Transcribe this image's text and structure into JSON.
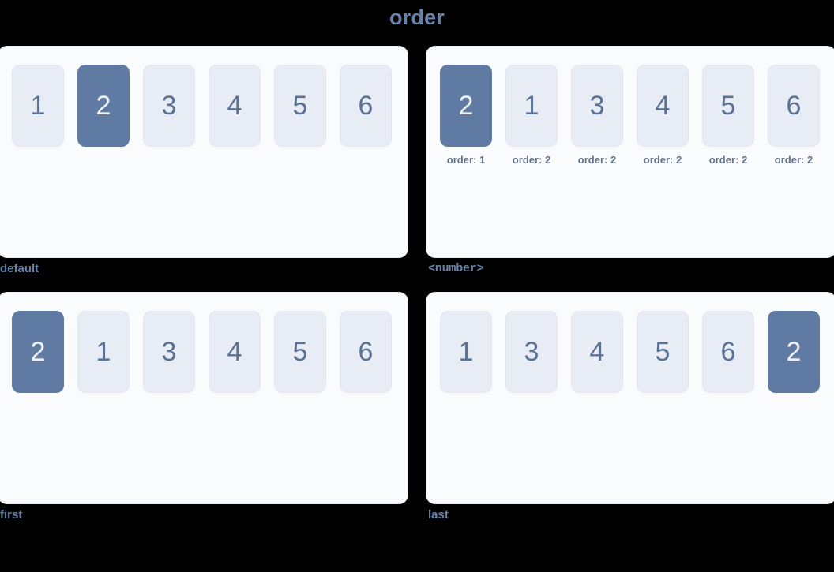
{
  "title": "order",
  "colors": {
    "background": "#000000",
    "panel_bg": "#fafbfd",
    "panel_border": "#e6eaf1",
    "tile_bg": "#e8ecf4",
    "tile_text": "#5a7296",
    "tile_highlight_bg": "#5f7ba3",
    "tile_highlight_text": "#eef2f8",
    "label_text": "#6782a8",
    "caption_text": "#64748b"
  },
  "panels": [
    {
      "label": "default",
      "label_mono": false,
      "tiles": [
        {
          "value": "1",
          "highlighted": false,
          "caption": ""
        },
        {
          "value": "2",
          "highlighted": true,
          "caption": ""
        },
        {
          "value": "3",
          "highlighted": false,
          "caption": ""
        },
        {
          "value": "4",
          "highlighted": false,
          "caption": ""
        },
        {
          "value": "5",
          "highlighted": false,
          "caption": ""
        },
        {
          "value": "6",
          "highlighted": false,
          "caption": ""
        }
      ]
    },
    {
      "label": "<number>",
      "label_mono": true,
      "tiles": [
        {
          "value": "2",
          "highlighted": true,
          "caption": "order: 1"
        },
        {
          "value": "1",
          "highlighted": false,
          "caption": "order: 2"
        },
        {
          "value": "3",
          "highlighted": false,
          "caption": "order: 2"
        },
        {
          "value": "4",
          "highlighted": false,
          "caption": "order: 2"
        },
        {
          "value": "5",
          "highlighted": false,
          "caption": "order: 2"
        },
        {
          "value": "6",
          "highlighted": false,
          "caption": "order: 2"
        }
      ]
    },
    {
      "label": "first",
      "label_mono": false,
      "tiles": [
        {
          "value": "2",
          "highlighted": true,
          "caption": ""
        },
        {
          "value": "1",
          "highlighted": false,
          "caption": ""
        },
        {
          "value": "3",
          "highlighted": false,
          "caption": ""
        },
        {
          "value": "4",
          "highlighted": false,
          "caption": ""
        },
        {
          "value": "5",
          "highlighted": false,
          "caption": ""
        },
        {
          "value": "6",
          "highlighted": false,
          "caption": ""
        }
      ]
    },
    {
      "label": "last",
      "label_mono": false,
      "tiles": [
        {
          "value": "1",
          "highlighted": false,
          "caption": ""
        },
        {
          "value": "3",
          "highlighted": false,
          "caption": ""
        },
        {
          "value": "4",
          "highlighted": false,
          "caption": ""
        },
        {
          "value": "5",
          "highlighted": false,
          "caption": ""
        },
        {
          "value": "6",
          "highlighted": false,
          "caption": ""
        },
        {
          "value": "2",
          "highlighted": true,
          "caption": ""
        }
      ]
    }
  ]
}
